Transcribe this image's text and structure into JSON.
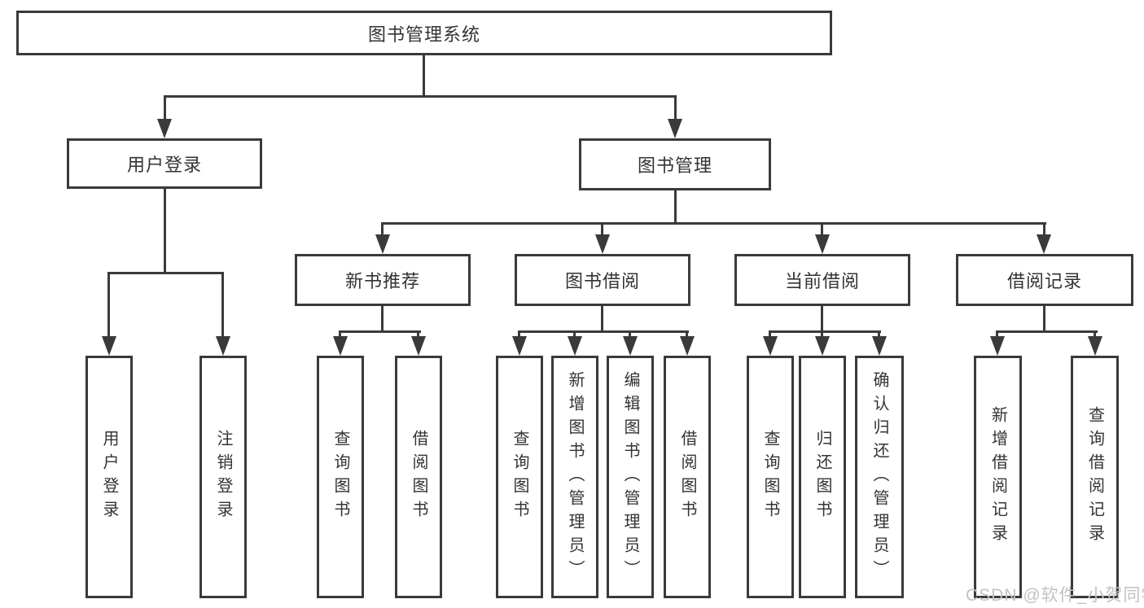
{
  "title": "图书管理系统",
  "colors": {
    "line": "#3a3a3a",
    "text": "#333333",
    "watermark": "#c2c2c2",
    "background": "#ffffff"
  },
  "watermark": {
    "text": "CSDN @软件_小贺同学"
  },
  "tree": {
    "root": {
      "label": "图书管理系统",
      "children": [
        {
          "label": "用户登录",
          "children": [
            {
              "label": "用户登录"
            },
            {
              "label": "注销登录"
            }
          ]
        },
        {
          "label": "图书管理",
          "children": [
            {
              "label": "新书推荐",
              "children": [
                {
                  "label": "查询图书"
                },
                {
                  "label": "借阅图书"
                }
              ]
            },
            {
              "label": "图书借阅",
              "children": [
                {
                  "label": "查询图书"
                },
                {
                  "label": "新增图书（管理员）"
                },
                {
                  "label": "编辑图书（管理员）"
                },
                {
                  "label": "借阅图书"
                }
              ]
            },
            {
              "label": "当前借阅",
              "children": [
                {
                  "label": "查询图书"
                },
                {
                  "label": "归还图书"
                },
                {
                  "label": "确认归还（管理员）"
                }
              ]
            },
            {
              "label": "借阅记录",
              "children": [
                {
                  "label": "新增借阅记录"
                },
                {
                  "label": "查询借阅记录"
                }
              ]
            }
          ]
        }
      ]
    }
  }
}
